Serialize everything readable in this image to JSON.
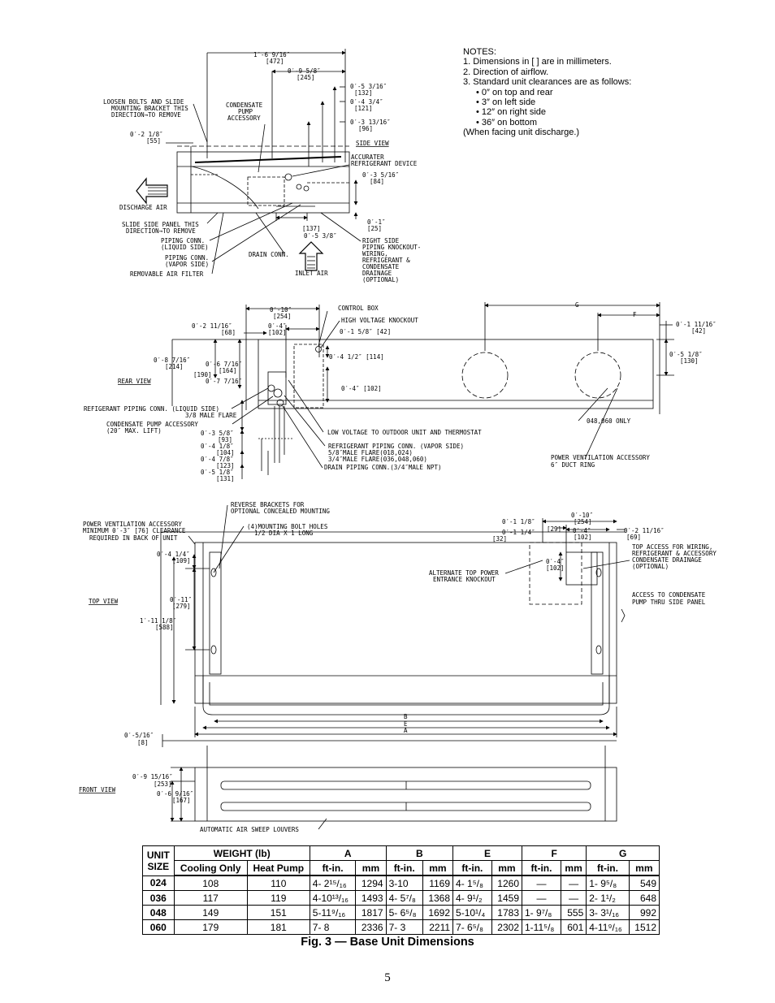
{
  "notes": {
    "title": "NOTES:",
    "items": [
      "1.  Dimensions in [  ] are in millimeters.",
      "2.  Direction of airflow.",
      "3.  Standard unit clearances are as follows:"
    ],
    "clearances": [
      "•  0″ on top and rear",
      "•  3″ on left side",
      "•  12″ on right side",
      "•  36″ on bottom"
    ],
    "footer": "(When facing unit discharge.)"
  },
  "side_view": {
    "title": "SIDE VIEW",
    "labels": {
      "loosen": [
        "LOOSEN BOLTS AND SLIDE",
        "MOUNTING BRACKET THIS",
        "DIRECTION→TO REMOVE"
      ],
      "pump": [
        "CONDENSATE",
        "PUMP",
        "ACCESSORY"
      ],
      "accurater": [
        "ACCURATER",
        "REFRIGERANT DEVICE"
      ],
      "discharge": "DISCHARGE AIR",
      "slide": [
        "SLIDE SIDE PANEL THIS",
        "DIRECTION→TO REMOVE"
      ],
      "liquid": [
        "PIPING CONN.",
        "(LIQUID SIDE)"
      ],
      "vapor": [
        "PIPING CONN.",
        "(VAPOR SIDE)"
      ],
      "filter": "REMOVABLE AIR FILTER",
      "drain": "DRAIN CONN.",
      "inlet": "INLET AIR",
      "right_side": [
        "RIGHT SIDE",
        "PIPING KNOCKOUT-",
        "WIRING,",
        "REFRIGERANT &",
        "CONDENSATE",
        "DRAINAGE",
        "(OPTIONAL)"
      ]
    },
    "dims": {
      "d1": [
        "1′-6 9/16″",
        "[472]"
      ],
      "d2": [
        "0′-9 5/8″",
        "[245]"
      ],
      "d3": [
        "0′-5 3/16″",
        "[132]"
      ],
      "d4": [
        "0′-4 3/4″",
        "[121]"
      ],
      "d5": [
        "0′-3 13/16″",
        "[96]"
      ],
      "d6": [
        "0′-2 1/8″",
        "[55]"
      ],
      "d7": [
        "0′-3 5/16″",
        "[84]"
      ],
      "d8": [
        "0′-1″",
        "[25]"
      ],
      "d9": [
        "[137]",
        "0′-5 3/8″"
      ]
    }
  },
  "rear_view": {
    "title": "REAR VIEW",
    "labels": {
      "control": "CONTROL BOX",
      "hv": "HIGH VOLTAGE KNOCKOUT",
      "liquid": [
        "REFIGERANT PIPING CONN. (LIQUID SIDE)",
        "3/8 MALE FLARE"
      ],
      "pump": [
        "CONDENSATE PUMP ACCESSORY",
        "(20″ MAX. LIFT)"
      ],
      "lv": "LOW VOLTAGE TO OUTDOOR UNIT AND THERMOSTAT",
      "vapor": [
        "REFRIGERANT PIPING CONN. (VAPOR SIDE)",
        "5/8″MALE FLARE(018,024)",
        "3/4″MALE FLARE(036,048,060)"
      ],
      "drain": "DRAIN PIPING CONN.(3/4″MALE NPT)",
      "models": "048,060 ONLY",
      "ring": [
        "POWER VENTILATION ACCESSORY",
        "6″ DUCT RING"
      ]
    },
    "dims": {
      "a": [
        "0′-10″",
        "[254]"
      ],
      "b": [
        "0′-4″",
        "[102]"
      ],
      "c": [
        "0′-2 11/16″",
        "[68]"
      ],
      "d": "0′-1 5/8″ [42]",
      "e": "0′-4 1/2″ [114]",
      "f": [
        "0′-8 7/16″",
        "[214]"
      ],
      "g": [
        "0′-6 7/16″",
        "[164]"
      ],
      "h": [
        "[190]",
        "0′-7 7/16″"
      ],
      "i": "0′-4″ [102]",
      "j": [
        "0′-3 5/8″",
        "[93]"
      ],
      "k": [
        "0′-4 1/8″",
        "[104]"
      ],
      "l": [
        "0′-4 7/8″",
        "[123]"
      ],
      "m": [
        "0′-5 1/8″",
        "[131]"
      ],
      "g_label": "G",
      "f_label": "F",
      "n": [
        "0′-1 11/16″",
        "[42]"
      ],
      "o": [
        "0′-5 1/8″",
        "[130]"
      ]
    }
  },
  "top_view": {
    "title": "TOP VIEW",
    "labels": {
      "reverse": [
        "REVERSE BRACKETS FOR",
        "OPTIONAL CONCEALED MOUNTING"
      ],
      "pva": [
        "POWER VENTILATION ACCESSORY",
        "MINIMUM 0′-3″ [76] CLEARANCE",
        "REQUIRED IN BACK OF UNIT"
      ],
      "holes": [
        "(4)MOUNTING BOLT HOLES",
        "1/2 DIA X 1 LONG"
      ],
      "alternate": [
        "ALTERNATE TOP POWER",
        "ENTRANCE KNOCKOUT"
      ],
      "access": [
        "TOP ACCESS FOR WIRING,",
        "REFRIGERANT & ACCESSORY",
        "CONDENSATE DRAINAGE",
        "(OPTIONAL)"
      ],
      "pump": [
        "ACCESS TO CONDENSATE",
        "PUMP THRU SIDE PANEL"
      ],
      "b": "B",
      "e": "E",
      "a": "A"
    },
    "dims": {
      "a": [
        "0′-4 1/4″",
        "[109]"
      ],
      "b": [
        "0′-11″",
        "[279]"
      ],
      "c": [
        "1′-11 1/8″",
        "[588]"
      ],
      "d": [
        "0′-10″",
        "[254]"
      ],
      "e": [
        "0′-1 1/8″",
        "[29]"
      ],
      "f": [
        "0′-1 1/4″",
        "[32]"
      ],
      "g": [
        "0′-4″",
        "[102]"
      ],
      "h": [
        "0′-2 11/16″",
        "[69]"
      ],
      "i": [
        "0′-4″",
        "[102]"
      ]
    }
  },
  "front_view": {
    "title": "FRONT VIEW",
    "labels": {
      "louvers": "AUTOMATIC AIR SWEEP LOUVERS"
    },
    "dims": {
      "a": [
        "0′-5/16″",
        "[8]"
      ],
      "b": [
        "0′-9 15/16″",
        "[253]"
      ],
      "c": [
        "0′-6 9/16″",
        "[167]"
      ]
    }
  },
  "table": {
    "headers": {
      "unit": "UNIT",
      "size": "SIZE",
      "weight": "WEIGHT (lb)",
      "cooling": "Cooling Only",
      "heatpump": "Heat Pump",
      "a": "A",
      "b": "B",
      "e": "E",
      "f": "F",
      "g": "G",
      "ftin": "ft-in.",
      "mm": "mm"
    },
    "rows": [
      {
        "size": "024",
        "cool": "108",
        "hp": "110",
        "a_ft": "4- 2¹⁵/₁₆",
        "a_mm": "1294",
        "b_ft": "3-10",
        "b_mm": "1169",
        "e_ft": "4- 1⁵/₈",
        "e_mm": "1260",
        "f_ft": "—",
        "f_mm": "—",
        "g_ft": "1- 9⁵/₈",
        "g_mm": "549"
      },
      {
        "size": "036",
        "cool": "117",
        "hp": "119",
        "a_ft": "4-10¹³/₁₆",
        "a_mm": "1493",
        "b_ft": "4- 5⁷/₈",
        "b_mm": "1368",
        "e_ft": "4- 9¹/₂",
        "e_mm": "1459",
        "f_ft": "—",
        "f_mm": "—",
        "g_ft": "2- 1¹/₂",
        "g_mm": "648"
      },
      {
        "size": "048",
        "cool": "149",
        "hp": "151",
        "a_ft": "5-11⁹/₁₆",
        "a_mm": "1817",
        "b_ft": "5- 6⁵/₈",
        "b_mm": "1692",
        "e_ft": "5-10¹/₄",
        "e_mm": "1783",
        "f_ft": "1- 9⁷/₈",
        "f_mm": "555",
        "g_ft": "3- 3¹/₁₆",
        "g_mm": "992"
      },
      {
        "size": "060",
        "cool": "179",
        "hp": "181",
        "a_ft": "7- 8",
        "a_mm": "2336",
        "b_ft": "7- 3",
        "b_mm": "2211",
        "e_ft": "7- 6⁵/₈",
        "e_mm": "2302",
        "f_ft": "1-11⁵/₈",
        "f_mm": "601",
        "g_ft": "4-11⁹/₁₆",
        "g_mm": "1512"
      }
    ]
  },
  "caption": "Fig. 3 — Base Unit Dimensions",
  "page_number": "5"
}
